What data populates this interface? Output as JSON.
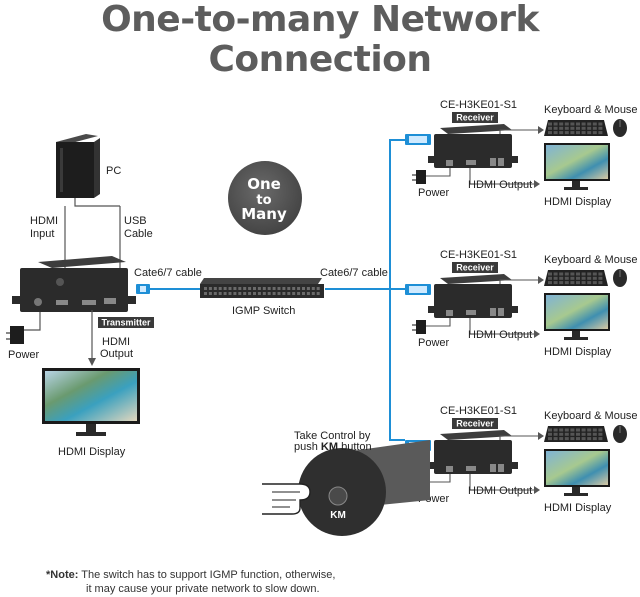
{
  "title": "One-to-many Network Connection",
  "one_to_many": [
    "One",
    "to",
    "Many"
  ],
  "transmitter": {
    "pc_label": "PC",
    "hdmi_input": [
      "HDMI",
      "Input"
    ],
    "usb_cable": [
      "USB",
      "Cable"
    ],
    "power": "Power",
    "tag": "Transmitter",
    "hdmi_output": [
      "HDMI",
      "Output"
    ],
    "hdmi_display": "HDMI Display",
    "cable_left": "Cate6/7 cable"
  },
  "switch": {
    "label": "IGMP Switch",
    "cable_right": "Cate6/7 cable"
  },
  "receivers": [
    {
      "model": "CE-H3KE01-S1",
      "tag": "Receiver",
      "kbm": "Keyboard & Mouse",
      "power": "Power",
      "hdmi_output": "HDMI Output",
      "display": "HDMI Display"
    },
    {
      "model": "CE-H3KE01-S1",
      "tag": "Receiver",
      "kbm": "Keyboard & Mouse",
      "power": "Power",
      "hdmi_output": "HDMI Output",
      "display": "HDMI Display"
    },
    {
      "model": "CE-H3KE01-S1",
      "tag": "Receiver",
      "kbm": "Keyboard & Mouse",
      "power": "Power",
      "hdmi_output": "HDMI Output",
      "display": "HDMI Display"
    }
  ],
  "km_callout": {
    "line1": "Take Control by",
    "line2_prefix": "push ",
    "line2_bold": "KM",
    "line2_suffix": " button",
    "button_label": "KM"
  },
  "note": {
    "prefix": "*Note:",
    "line1": " The switch has to support IGMP function, otherwise,",
    "line2": "it may cause your private network to slow down."
  },
  "colors": {
    "title": "#5d5d5d",
    "cable": "#1e8fd6",
    "device": "#2b2b2b",
    "tag_bg": "#3a3a3a"
  }
}
